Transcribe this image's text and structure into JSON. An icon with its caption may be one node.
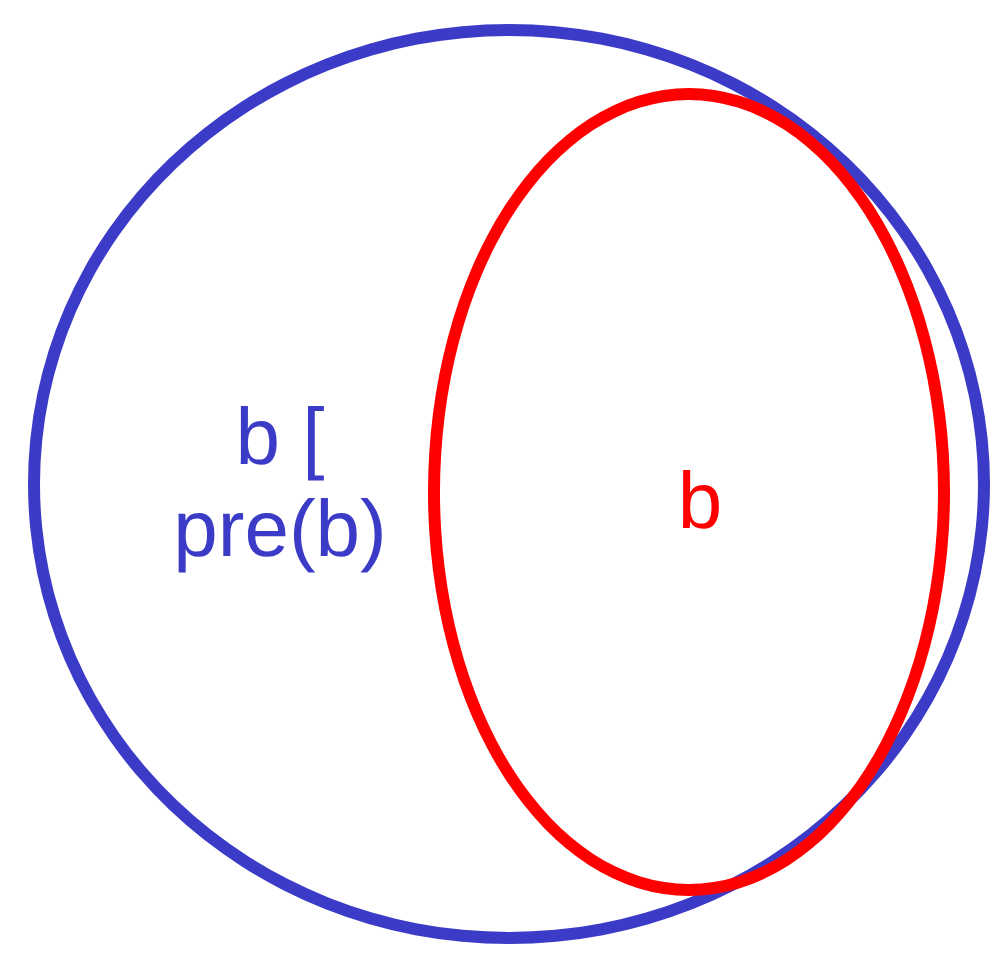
{
  "diagram": {
    "nodes": [
      {
        "text": [
          "b [ pre(b)"
        ]
      },
      {
        "text": [
          "b"
        ],
        "in": 0
      }
    ]
  }
}
